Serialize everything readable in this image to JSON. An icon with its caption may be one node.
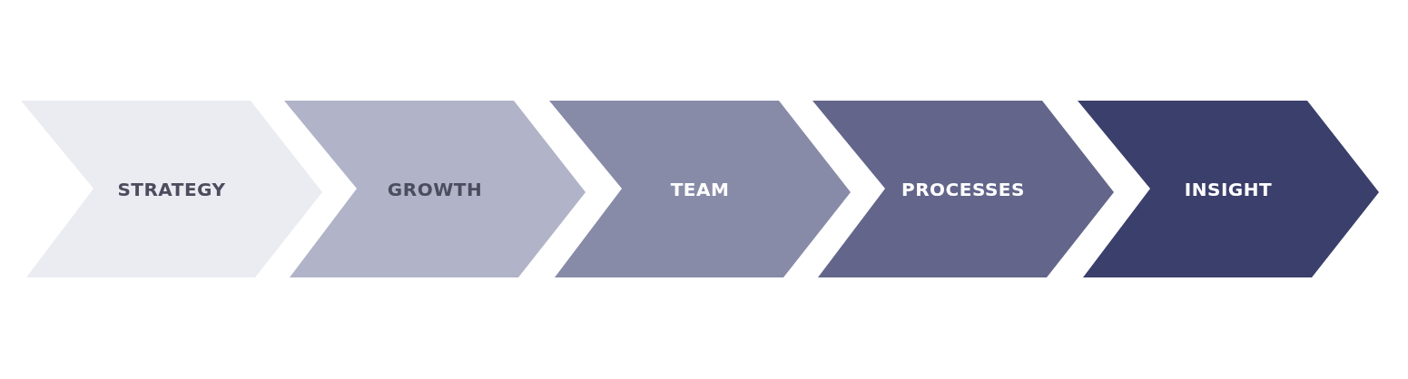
{
  "diagram": {
    "nodes": [
      {
        "text": [
          "STRATEGY"
        ]
      },
      {
        "text": [
          "GROWTH"
        ]
      },
      {
        "text": [
          "TEAM"
        ]
      },
      {
        "text": [
          "PROCESSES"
        ]
      },
      {
        "text": [
          "INSIGHT"
        ]
      }
    ]
  }
}
